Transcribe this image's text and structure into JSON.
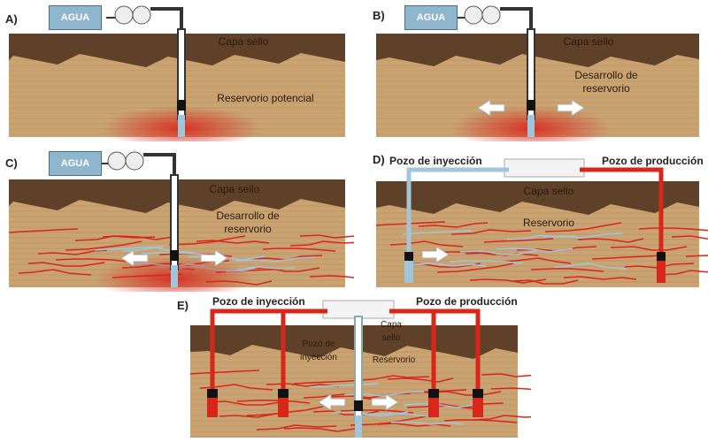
{
  "panels": {
    "a": {
      "letter": "A)",
      "tank": "AGUA",
      "seal": "Capa sello",
      "reservoir": "Reservorio potencial"
    },
    "b": {
      "letter": "B)",
      "tank": "AGUA",
      "seal": "Capa sello",
      "reservoir": "Desarrollo de reservorio"
    },
    "c": {
      "letter": "C)",
      "tank": "AGUA",
      "seal": "Capa sello",
      "reservoir": "Desarrollo de reservorio"
    },
    "d": {
      "letter": "D)",
      "injection": "Pozo de inyección",
      "production": "Pozo de producción",
      "seal": "Capa sello",
      "reservoir": "Reservorio"
    },
    "e": {
      "letter": "E)",
      "injection": "Pozo de inyección",
      "production": "Pozo de producción",
      "inner_injection": "Pozo de inyección",
      "seal": "Capa sello",
      "reservoir": "Reservorio"
    }
  },
  "colors": {
    "seal": "#5e4128",
    "reservoir": "#c9a472",
    "water": "#9fc6dc",
    "hot": "#d8261b"
  }
}
